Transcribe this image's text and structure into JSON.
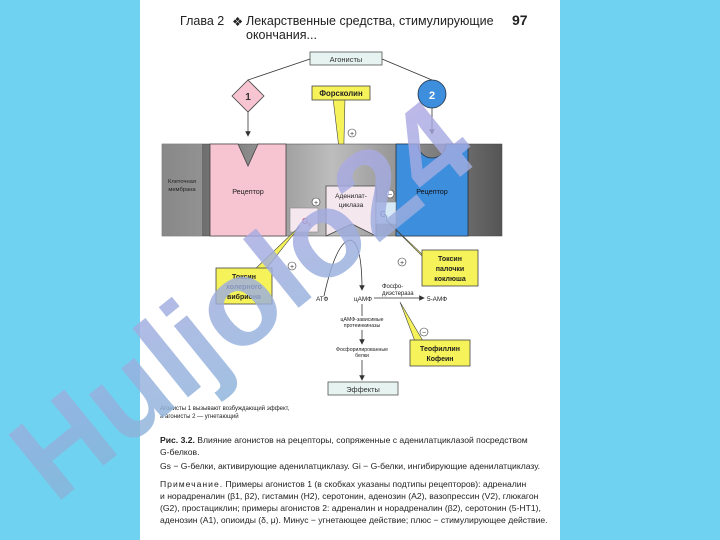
{
  "header": {
    "chapter": "Глава 2",
    "separator": "❖",
    "title": "Лекарственные средства, стимулирующие окончания...",
    "page_number": "97"
  },
  "diagram": {
    "agonists": "Агонисты",
    "agonist_1": "1",
    "agonist_2": "2",
    "forskolin": "Форсколин",
    "membrane_line1": "Клеточная",
    "membrane_line2": "мембрана",
    "receptor_left": "Рецептор",
    "receptor_right": "Рецептор",
    "gs": "G",
    "gs_sub": "s",
    "gi": "G",
    "gi_sub": "i",
    "adenylate_line1": "Аденилат-",
    "adenylate_line2": "циклаза",
    "plus": "+",
    "minus": "−",
    "cholera_line1": "Токсин",
    "cholera_line2": "холерного",
    "cholera_line3": "вибриона",
    "pertussis_line1": "Токсин",
    "pertussis_line2": "палочки",
    "pertussis_line3": "коклюша",
    "atp": "АТФ",
    "camp": "цАМФ",
    "pde_line1": "Фосфо-",
    "pde_line2": "диэстераза",
    "amp5": "5-АМФ",
    "kinase_line1": "цАМФ-зависимые",
    "kinase_line2": "протеинкиназы",
    "phospho_line1": "Фосфорилированные",
    "phospho_line2": "белки",
    "effects": "Эффекты",
    "theophylline_line1": "Теофиллин",
    "theophylline_line2": "Кофеин",
    "note_line1": "Агонисты 1 вызывают возбуждающий эффект,",
    "note_line2": "а агонисты 2 — угнетающий"
  },
  "caption": {
    "fig_label": "Рис. 3.2.",
    "fig_text_1": "Влияние агонистов на рецепторы, сопряженные с аденилатциклазой посредством",
    "fig_text_2": "G-белков.",
    "legend_line": "Gs − G-белки, активирующие аденилатциклазу. Gi − G-белки, ингибирующие аденилатциклазу.",
    "note_label": "Примечание.",
    "note_1": "Примеры агонистов 1 (в скобках указаны подтипы рецепторов): адреналин",
    "note_2": "и норадреналин (β1, β2), гистамин (H2), серотонин, аденозин (A2), вазопрессин (V2), глюкагон",
    "note_3": "(G2), простациклин; примеры агонистов 2: адреналин и норадреналин (β2), серотонин (5-HT1),",
    "note_4": "аденозин (A1), опиоиды (δ, μ). Минус − угнетающее действие; плюс − стимулирующее действие."
  },
  "watermark": {
    "text": "Huljolo24"
  },
  "colors": {
    "background": "#6fd2f1",
    "receptor_left": "#f7c4d2",
    "receptor_right": "#3e8ede",
    "callout": "#f6f25a",
    "membrane": "#8e8e8e",
    "box": "#e6f3f1",
    "watermark_blue": "#84b6d8",
    "watermark_violet": "#b4a7e6"
  }
}
